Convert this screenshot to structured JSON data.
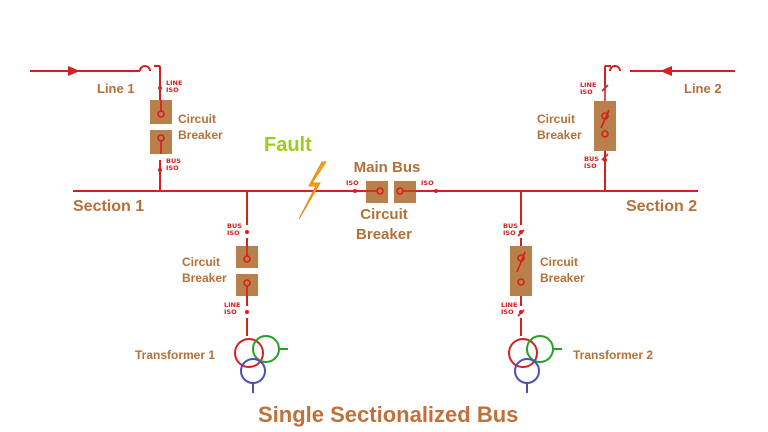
{
  "title": "Single Sectionalized Bus",
  "fault_label": "Fault",
  "sections": {
    "left": "Section 1",
    "right": "Section 2"
  },
  "lines": {
    "left": "Line 1",
    "right": "Line 2"
  },
  "breaker_label": [
    "Circuit",
    "Breaker"
  ],
  "main_bus": {
    "line1": "Main Bus",
    "line2": "Circuit",
    "line3": "Breaker"
  },
  "iso_labels": {
    "line_iso": [
      "LINE",
      "ISO"
    ],
    "bus_iso": [
      "BUS",
      "ISO"
    ],
    "iso": "ISO"
  },
  "transformers": {
    "left": "Transformer 1",
    "right": "Transformer 2"
  },
  "colors": {
    "line": "#d42020",
    "breaker": "#b9804c",
    "fault": "#f5a21b",
    "fault_label": "#9ccd1a",
    "label": "#b5703a",
    "trafo_red": "#d42020",
    "trafo_green": "#2aa02a",
    "trafo_blue": "#4a50b8"
  }
}
